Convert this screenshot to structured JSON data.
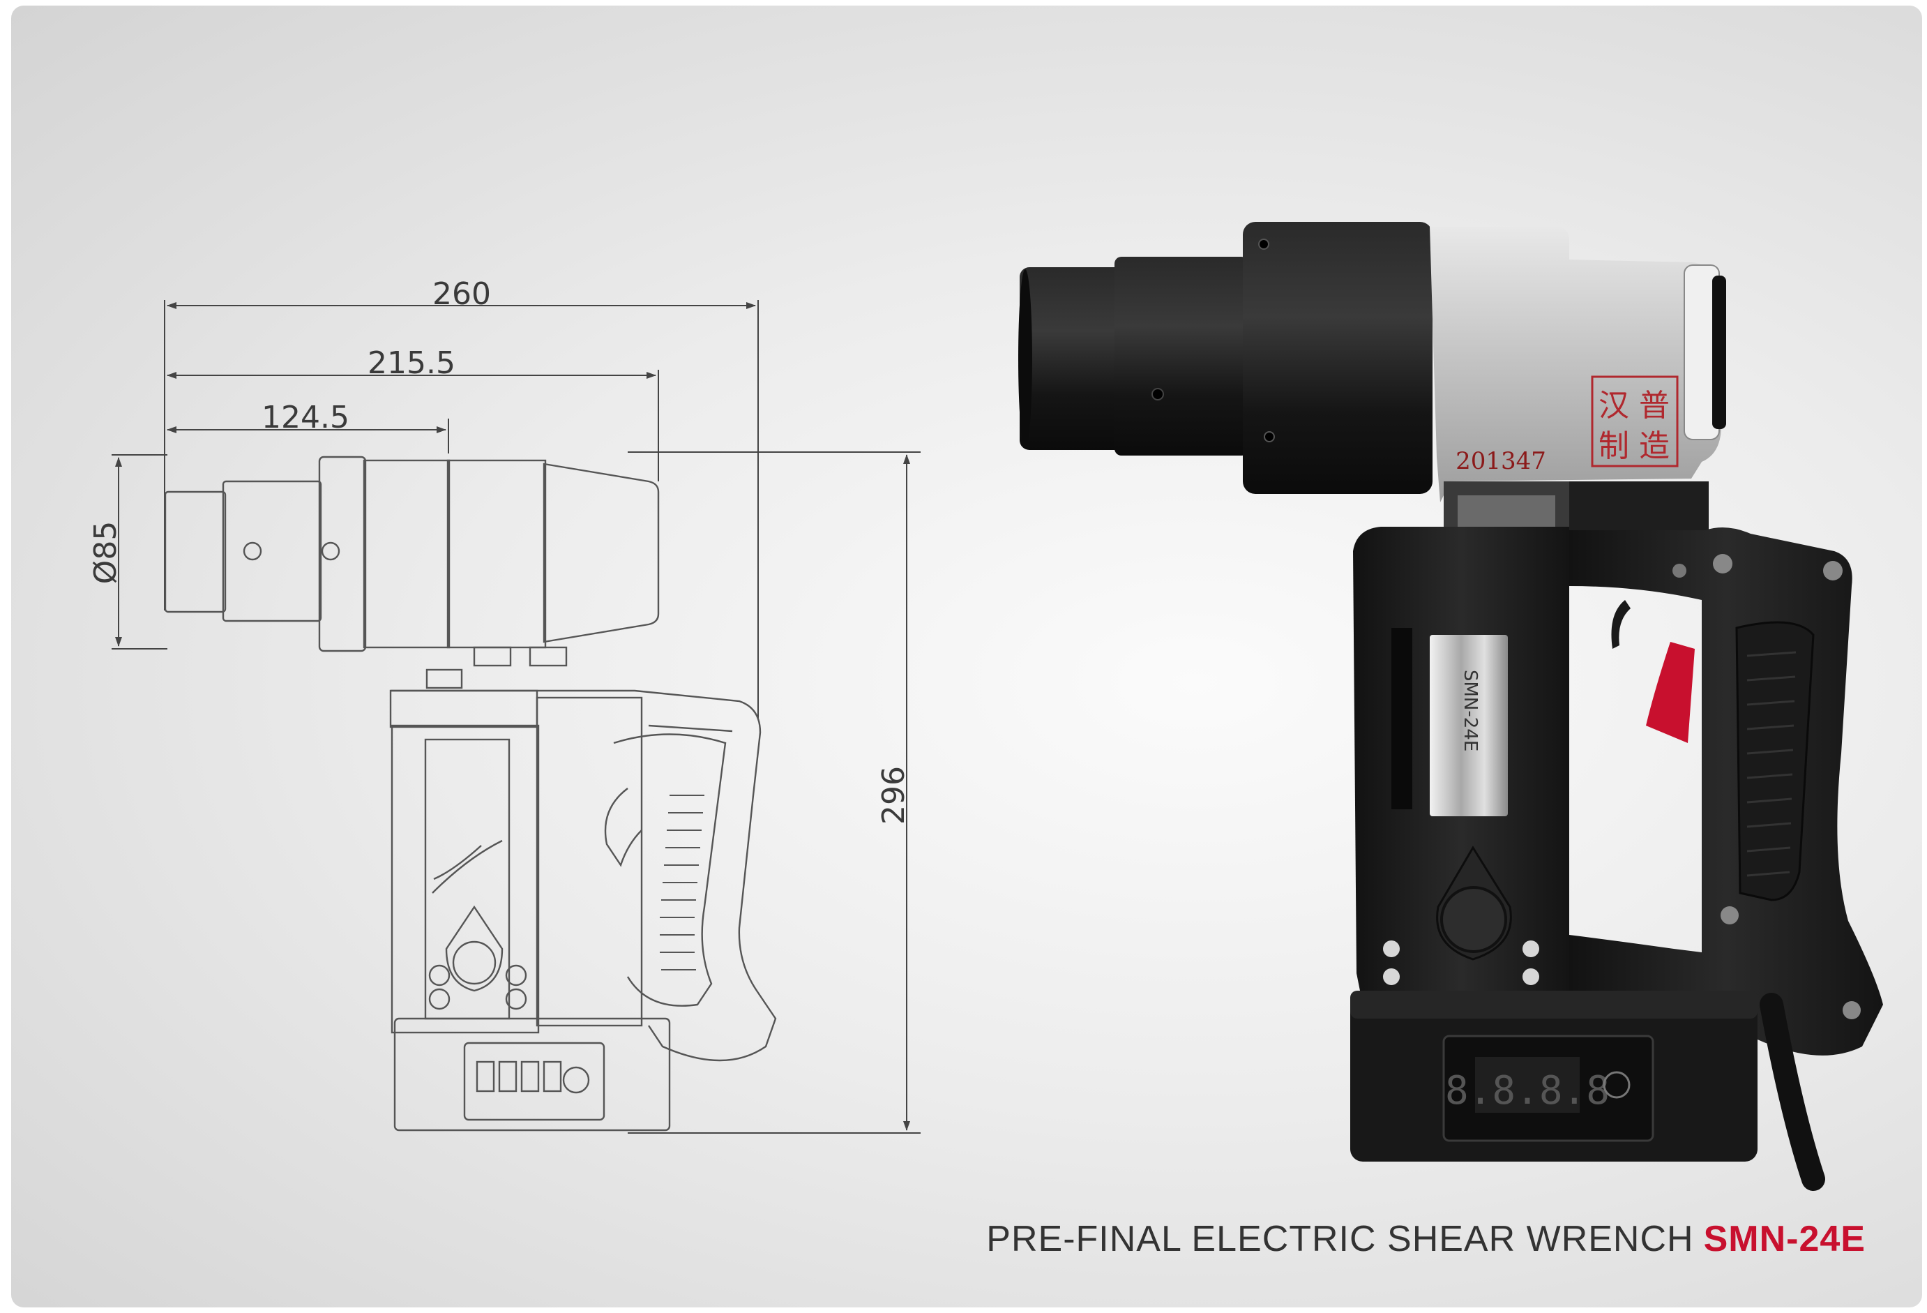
{
  "drawing": {
    "dimensions": {
      "overall_length": "260",
      "mid_length": "215.5",
      "short_length": "124.5",
      "diameter": "Ø85",
      "height": "296"
    }
  },
  "product": {
    "badge_serial": "201347",
    "seal_chars": [
      "汉",
      "普",
      "制",
      "造"
    ],
    "label_text": "SMN-24E",
    "display_digits": "8.8.8.8",
    "trigger_color": "#c8102e",
    "body_color": "#1c1c1c",
    "housing_color": "#c9c9c9"
  },
  "caption": {
    "title": "PRE-FINAL ELECTRIC SHEAR WRENCH",
    "model": "SMN-24E",
    "model_color": "#c8102e"
  }
}
